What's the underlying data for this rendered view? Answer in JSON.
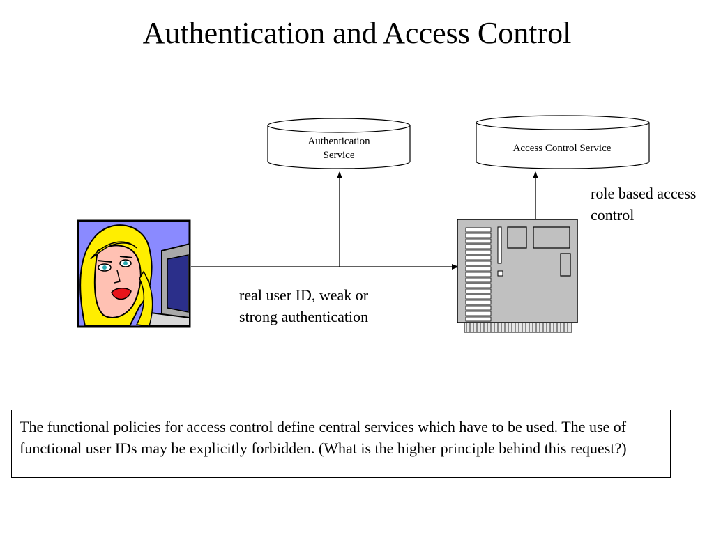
{
  "title": "Authentication and Access Control",
  "nodes": {
    "authentication_service": "Authentication Service",
    "access_control_service": "Access Control Service"
  },
  "labels": {
    "role_based_access_control": "role  based access control",
    "credential_flow": "real user ID, weak or strong authentication"
  },
  "policy_note": "The functional policies for access control define central services which have to be used. The use of functional user IDs may be explicitly forbidden. (What is the higher principle behind this request?)",
  "colors": {
    "clipart_background": "#8a8aff",
    "hair": "#ffee00",
    "skin": "#ffc1b3",
    "lips": "#e8141b",
    "server_gray": "#c0c0c0"
  }
}
